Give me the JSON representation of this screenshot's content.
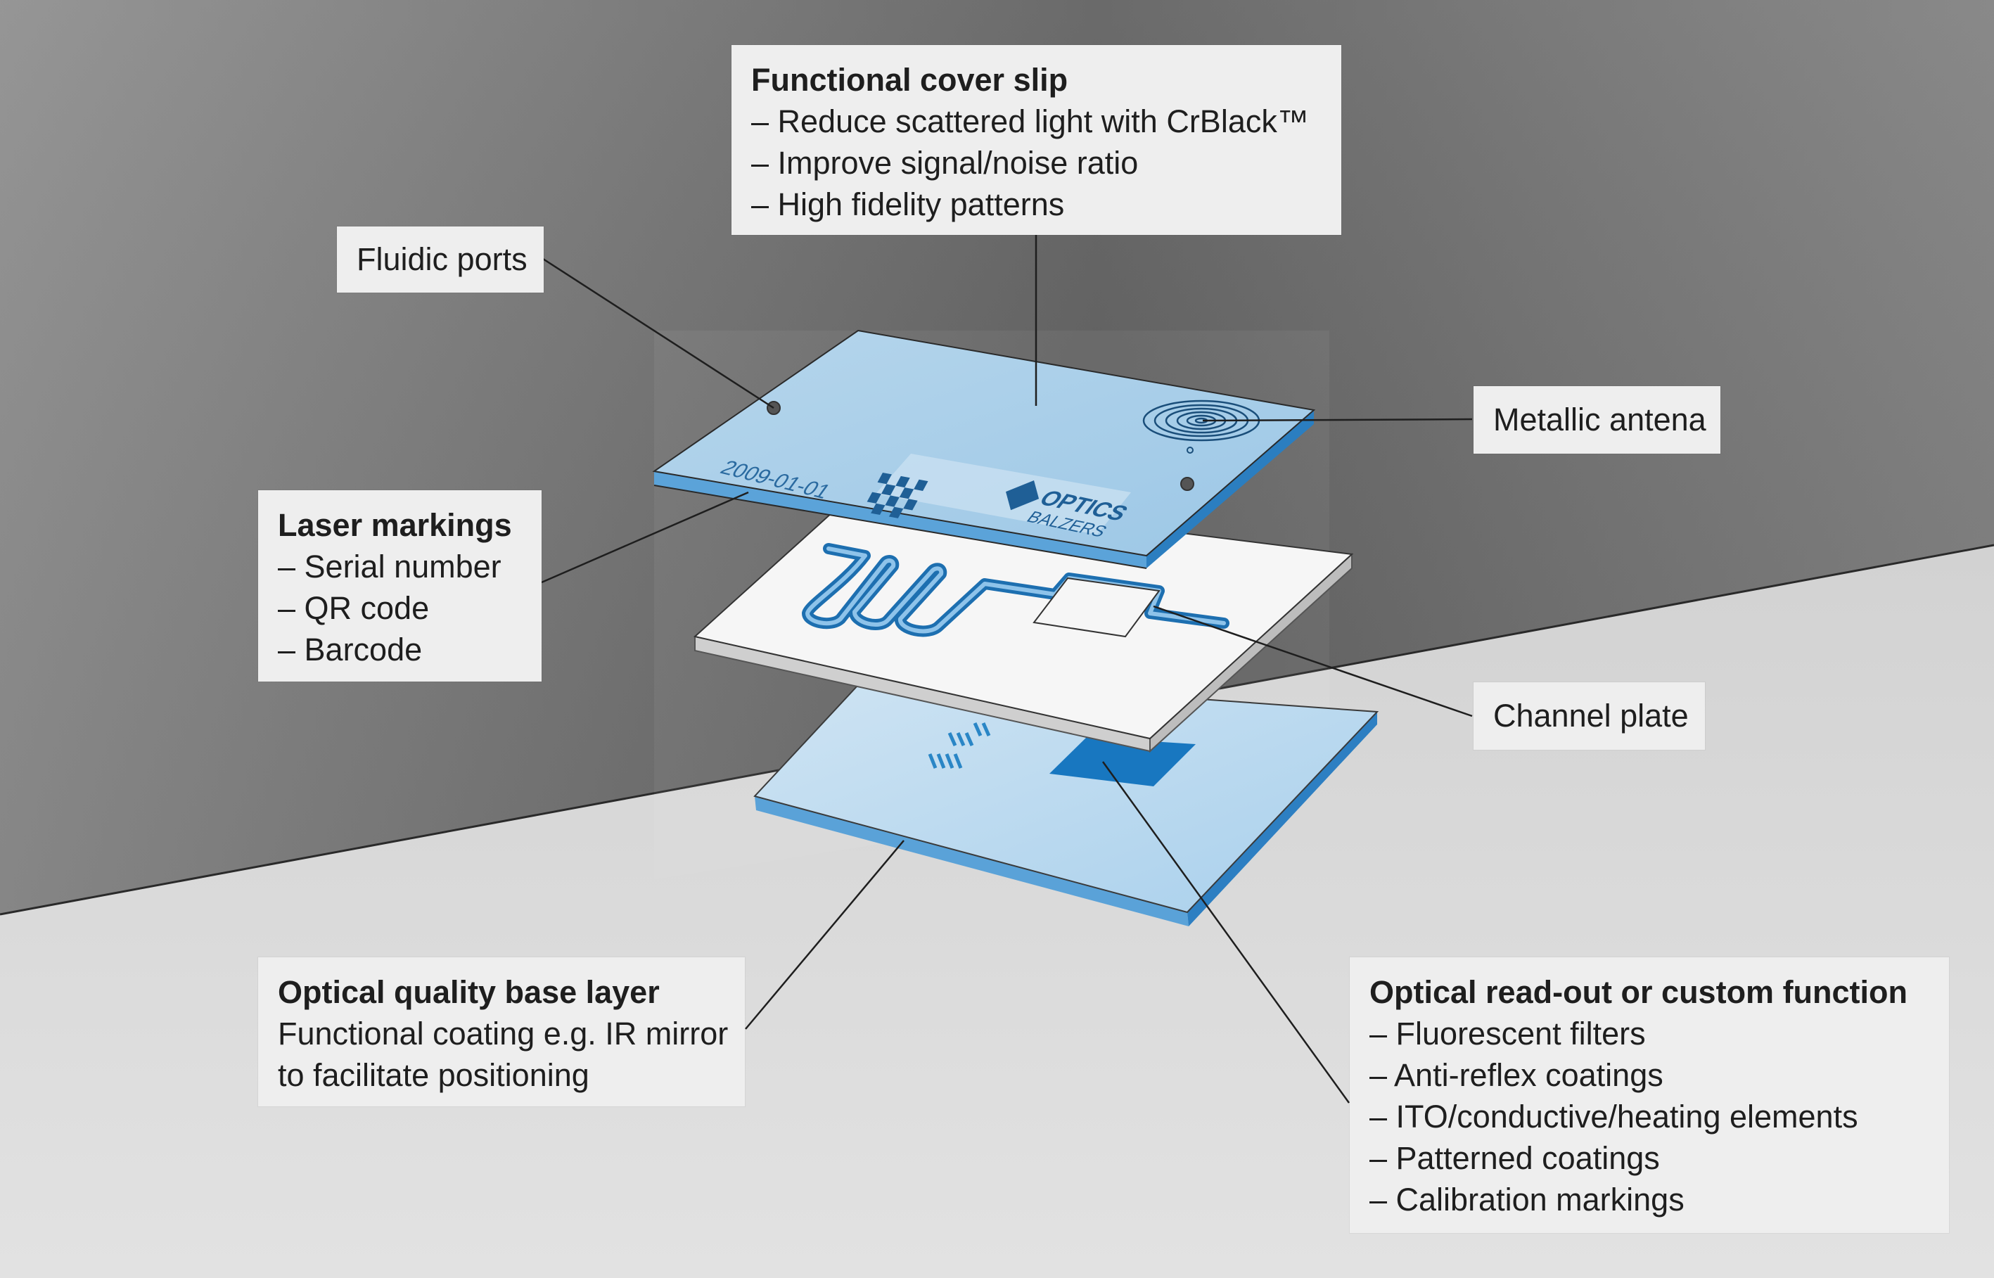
{
  "labels": {
    "cover_slip": {
      "title": "Functional cover slip",
      "items": [
        "– Reduce scattered light with CrBlack™",
        "– Improve signal/noise ratio",
        "– High fidelity patterns"
      ]
    },
    "fluidic_ports": {
      "title": "Fluidic ports"
    },
    "metallic_antenna": {
      "title": "Metallic antena"
    },
    "laser_markings": {
      "title": "Laser markings",
      "items": [
        "– Serial number",
        "– QR code",
        "– Barcode"
      ]
    },
    "channel_plate": {
      "title": "Channel plate"
    },
    "base_layer": {
      "title": "Optical quality base layer",
      "items": [
        "Functional coating e.g. IR mirror",
        "to facilitate positioning"
      ]
    },
    "readout": {
      "title": "Optical read-out or custom function",
      "items": [
        "– Fluorescent filters",
        "– Anti-reflex coatings",
        "– ITO/conductive/heating elements",
        "– Patterned coatings",
        "– Calibration markings"
      ]
    }
  },
  "chip": {
    "serial_marking": "2009-01-01",
    "brand_line1": "OPTICS",
    "brand_line2": "BALZERS"
  },
  "colors": {
    "wall": "#6f6f6f",
    "floor": "#d8d8d8",
    "glass_top": "#a8cfe8",
    "glass_edge": "#3f8fd0",
    "channel": "#2a86c6",
    "box_bg": "#eeeeee"
  }
}
